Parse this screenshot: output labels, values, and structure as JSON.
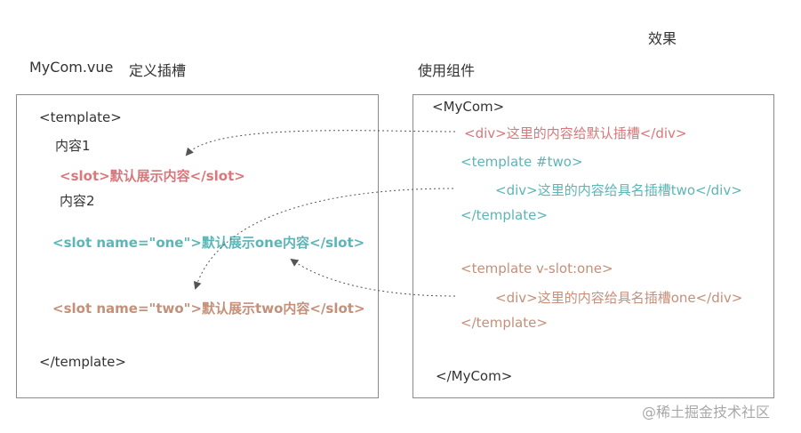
{
  "headings": {
    "left_file": "MyCom.vue",
    "left_title": "定义插槽",
    "right_title": "使用组件",
    "effect": "效果"
  },
  "left_code": {
    "template_open": "<template>",
    "content1": "内容1",
    "default_slot": "<slot>默认展示内容</slot>",
    "content2": "内容2",
    "slot_one": "<slot name=\"one\">默认展示one内容</slot>",
    "slot_two": "<slot name=\"two\">默认展示two内容</slot>",
    "template_close": "</template>"
  },
  "right_code": {
    "mycom_open": "<MyCom>",
    "default_div": "<div>这里的内容给默认插槽</div>",
    "template_two_open": "<template #two>",
    "two_div": "<div>这里的内容给具名插槽two</div>",
    "template_two_close": "</template>",
    "template_one_open": "<template v-slot:one>",
    "one_div": "<div>这里的内容给具名插槽one</div>",
    "template_one_close": "</template>",
    "mycom_close": "</MyCom>"
  },
  "watermark": "@稀土掘金技术社区",
  "colors": {
    "default_slot": "#d9777b",
    "slot_one": "#5cb5b6",
    "slot_two": "#c4907a",
    "arrow": "#555555",
    "border": "#8a8a8a"
  },
  "icons": {
    "arrowheads": "triangle-arrowhead-icon"
  }
}
